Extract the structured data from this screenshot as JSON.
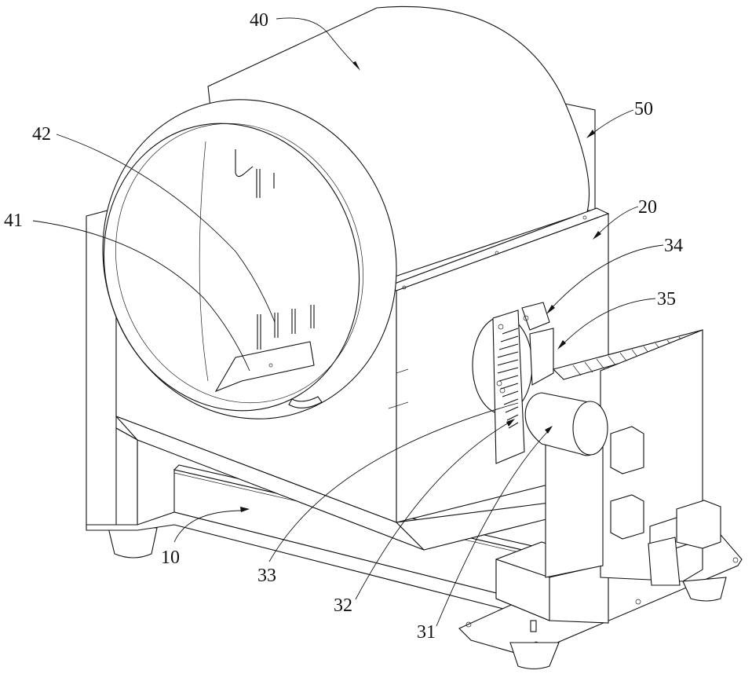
{
  "figure": {
    "type": "patent-drawing",
    "view": "isometric perspective",
    "reference_numerals": [
      {
        "id": "40",
        "label": "40",
        "part": "drum"
      },
      {
        "id": "50",
        "label": "50",
        "part": "rear housing"
      },
      {
        "id": "42",
        "label": "42",
        "part": "inner stirring blade"
      },
      {
        "id": "41",
        "label": "41",
        "part": "stirring plate"
      },
      {
        "id": "20",
        "label": "20",
        "part": "frame"
      },
      {
        "id": "34",
        "label": "34",
        "part": "limit switch"
      },
      {
        "id": "35",
        "label": "35",
        "part": "bracket"
      },
      {
        "id": "10",
        "label": "10",
        "part": "base"
      },
      {
        "id": "33",
        "label": "33",
        "part": "gear"
      },
      {
        "id": "32",
        "label": "32",
        "part": "pinion"
      },
      {
        "id": "31",
        "label": "31",
        "part": "motor"
      }
    ]
  }
}
